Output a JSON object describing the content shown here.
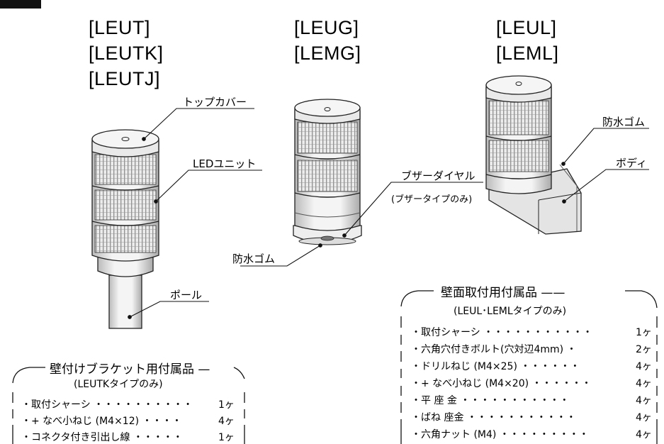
{
  "models": {
    "left": [
      "[LEUT]",
      "[LEUTK]",
      "[LEUTJ]"
    ],
    "center": [
      "[LEUG]",
      "[LEMG]"
    ],
    "right": [
      "[LEUL]",
      "[LEML]"
    ]
  },
  "labels": {
    "top_cover": "トップカバー",
    "led_unit": "LEDユニット",
    "pole": "ポール",
    "buzzer_dial": "ブザーダイヤル",
    "buzzer_only": "(ブザータイプのみ)",
    "waterproof_rubber_center": "防水ゴム",
    "waterproof_rubber_right": "防水ゴム",
    "body": "ボディ"
  },
  "bracket_box": {
    "title": "壁付けブラケット用付属品",
    "subtitle": "(LEUTKタイプのみ)",
    "items": [
      {
        "name": "取付シャーシ",
        "qty": "1ヶ"
      },
      {
        "name": "+ なべ小ねじ (M4×12)",
        "qty": "4ヶ"
      },
      {
        "name": "コネクタ付き引出し線",
        "qty": "1ヶ"
      }
    ]
  },
  "wall_box": {
    "title": "壁面取付用付属品",
    "subtitle": "(LEUL･LEMLタイプのみ)",
    "items": [
      {
        "name": "取付シャーシ",
        "qty": "1ヶ"
      },
      {
        "name": "六角穴付きボルト(穴対辺4mm)",
        "qty": "2ヶ"
      },
      {
        "name": "ドリルねじ (M4×25)",
        "qty": "4ヶ"
      },
      {
        "name": "+ なべ小ねじ (M4×20)",
        "qty": "4ヶ"
      },
      {
        "name": "平 座 金",
        "qty": "4ヶ"
      },
      {
        "name": "ばね 座金",
        "qty": "4ヶ"
      },
      {
        "name": "六角ナット (M4)",
        "qty": "4ヶ"
      }
    ]
  }
}
